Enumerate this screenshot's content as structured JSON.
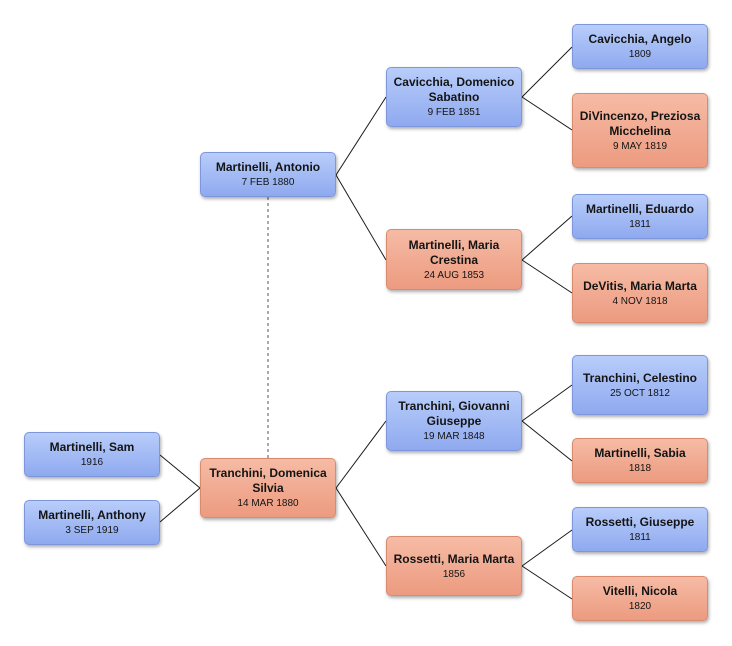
{
  "people": {
    "sam": {
      "name": "Martinelli, Sam",
      "date": "1916",
      "sex": "male"
    },
    "anthony": {
      "name": "Martinelli, Anthony",
      "date": "3 SEP 1919",
      "sex": "male"
    },
    "antonio": {
      "name": "Martinelli, Antonio",
      "date": "7 FEB 1880",
      "sex": "male"
    },
    "domenica": {
      "name": "Tranchini, Domenica Silvia",
      "date": "14 MAR 1880",
      "sex": "female"
    },
    "domenico": {
      "name": "Cavicchia, Domenico Sabatino",
      "date": "9 FEB 1851",
      "sex": "male"
    },
    "maria_cr": {
      "name": "Martinelli, Maria Crestina",
      "date": "24 AUG 1853",
      "sex": "female"
    },
    "giovanni": {
      "name": "Tranchini, Giovanni Giuseppe",
      "date": "19 MAR 1848",
      "sex": "male"
    },
    "maria_marta_r": {
      "name": "Rossetti, Maria Marta",
      "date": "1856",
      "sex": "female"
    },
    "angelo": {
      "name": "Cavicchia, Angelo",
      "date": "1809",
      "sex": "male"
    },
    "preziosa": {
      "name": "DiVincenzo, Preziosa Micchelina",
      "date": "9 MAY 1819",
      "sex": "female"
    },
    "eduardo": {
      "name": "Martinelli, Eduardo",
      "date": "1811",
      "sex": "male"
    },
    "maria_marta_d": {
      "name": "DeVitis, Maria Marta",
      "date": "4 NOV 1818",
      "sex": "female"
    },
    "celestino": {
      "name": "Tranchini, Celestino",
      "date": "25 OCT 1812",
      "sex": "male"
    },
    "sabia": {
      "name": "Martinelli, Sabia",
      "date": "1818",
      "sex": "female"
    },
    "giuseppe": {
      "name": "Rossetti, Giuseppe",
      "date": "1811",
      "sex": "male"
    },
    "nicola": {
      "name": "Vitelli, Nicola",
      "date": "1820",
      "sex": "female"
    }
  },
  "colors": {
    "male": "#9db6f3",
    "female": "#f0a88e",
    "line": "#1a1a1a",
    "spouse_line": "#555555"
  }
}
